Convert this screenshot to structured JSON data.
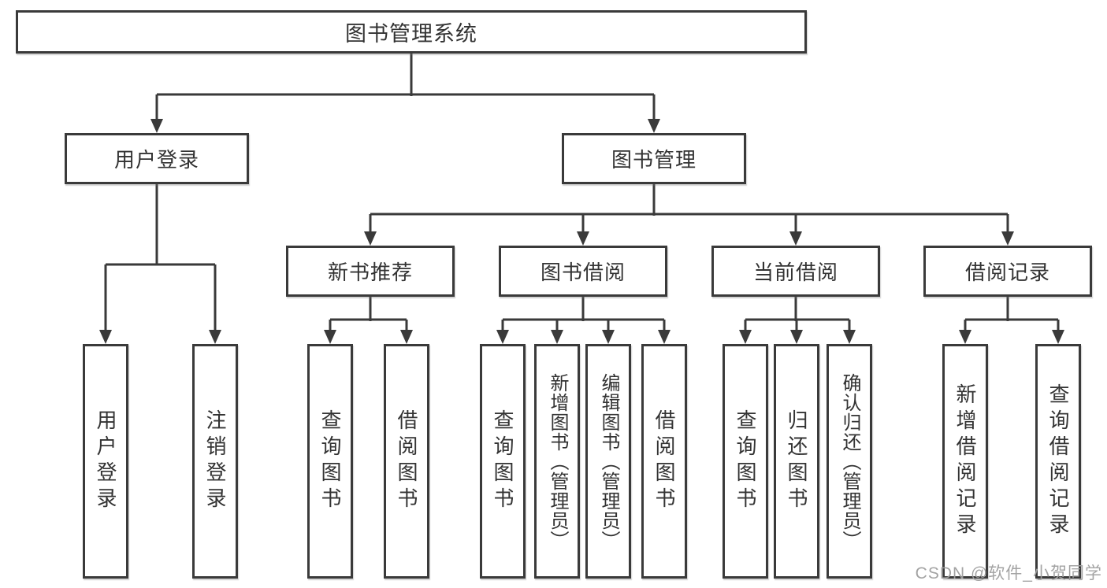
{
  "tree": {
    "root": "图书管理系统",
    "branches": [
      {
        "label": "用户登录",
        "children": [
          "用户登录",
          "注销登录"
        ]
      },
      {
        "label": "图书管理",
        "sections": [
          {
            "label": "新书推荐",
            "children": [
              "查询图书",
              "借阅图书"
            ]
          },
          {
            "label": "图书借阅",
            "children": [
              "查询图书",
              "新增图书（管理员）",
              "编辑图书（管理员）",
              "借阅图书"
            ]
          },
          {
            "label": "当前借阅",
            "children": [
              "查询图书",
              "归还图书",
              "确认归还（管理员）"
            ]
          },
          {
            "label": "借阅记录",
            "children": [
              "新增借阅记录",
              "查询借阅记录"
            ]
          }
        ]
      }
    ]
  },
  "watermark": "CSDN @软件_小贺同学",
  "colors": {
    "line": "#3a3a3a",
    "box_border": "#3a3a3a",
    "box_fill": "#ffffff",
    "text": "#333333",
    "watermark": "#9e9e9e",
    "background": "#ffffff"
  }
}
